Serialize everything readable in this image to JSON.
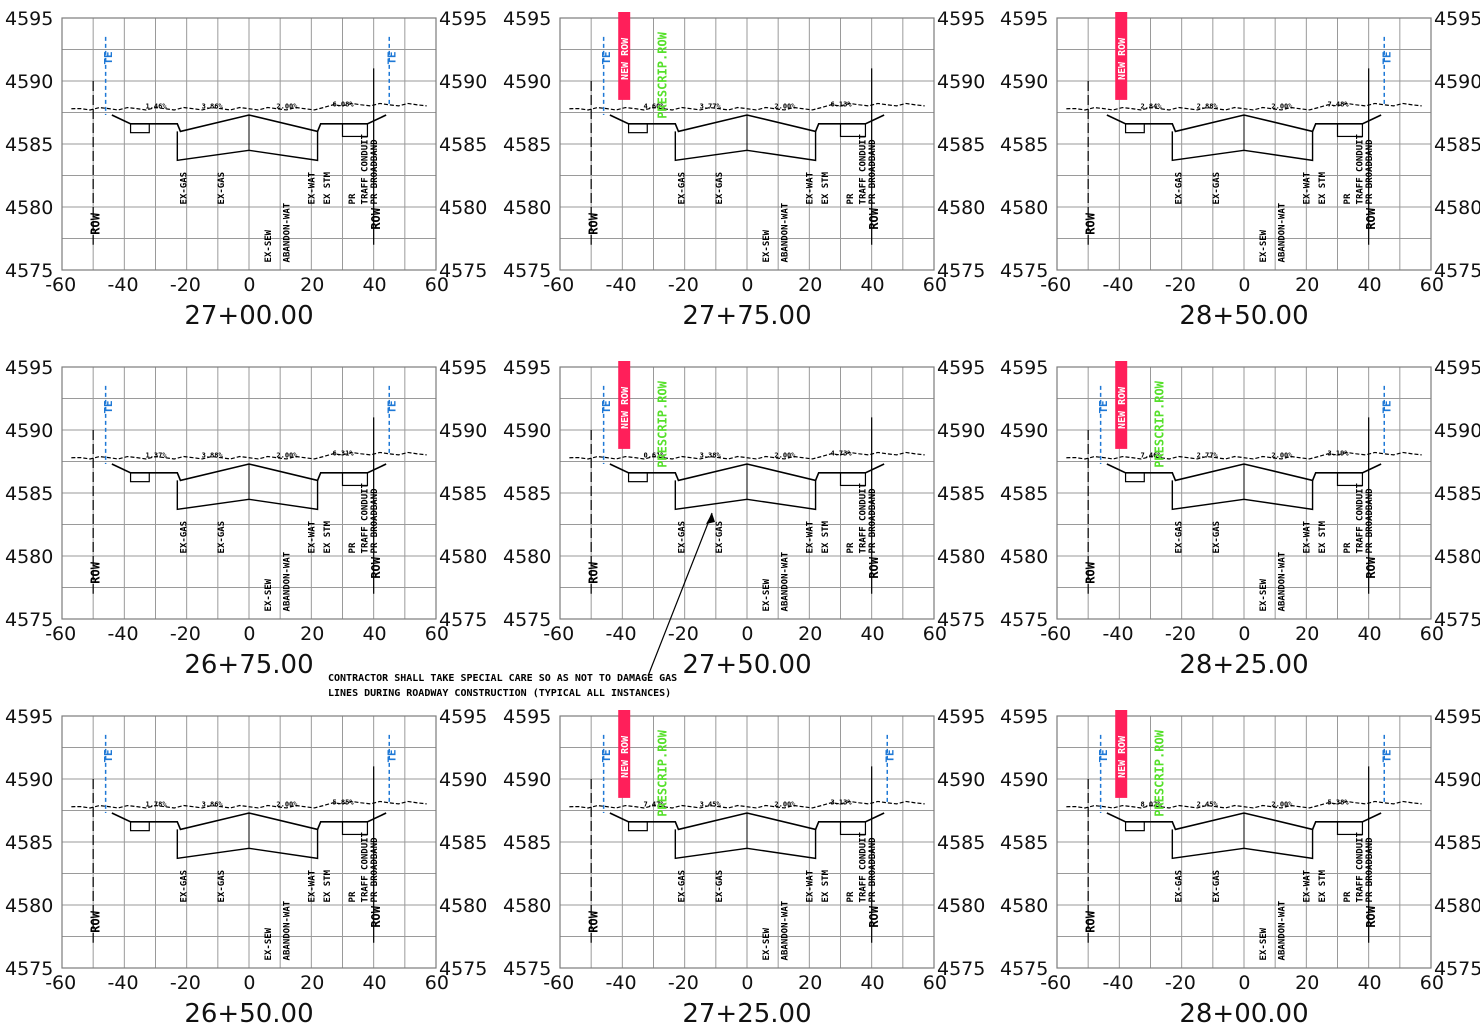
{
  "sheet": {
    "note_lines": [
      "CONTRACTOR SHALL TAKE SPECIAL CARE SO AS NOT TO DAMAGE GAS",
      "LINES DURING ROADWAY CONSTRUCTION (TYPICAL ALL INSTANCES)"
    ],
    "labels": {
      "row": "ROW",
      "new_row": "NEW ROW",
      "prescrip_row": "PRESCRIP.ROW",
      "te": "TE"
    },
    "colors": {
      "grid": "#9a9a9a",
      "new_row": "#ff1f5a",
      "prescrip_row": "#55e02a",
      "te": "#1e78d6",
      "ink": "#000000"
    }
  },
  "axes": {
    "elevations": [
      4595,
      4590,
      4585,
      4580,
      4575
    ],
    "offsets": [
      "-60",
      "-40",
      "-20",
      "0",
      "20",
      "40",
      "60"
    ],
    "offset_range": [
      -60,
      60
    ],
    "elevation_range": [
      4575,
      4595
    ]
  },
  "utilities": [
    "EX-GAS",
    "EX-GAS",
    "EX-SEW",
    "ABANDON-WAT",
    "EX-WAT",
    "EX STM",
    "PR",
    "TRAFF CONDUIT",
    "PR BROADBAND"
  ],
  "sections": [
    {
      "station": "27+00.00",
      "slopes": [
        "1.46%",
        "3.86%",
        "2.00%",
        "6.08%"
      ],
      "new_row": false,
      "prescrip": false,
      "te_left": true,
      "te_right": true
    },
    {
      "station": "27+75.00",
      "slopes": [
        "4.60%",
        "3.77%",
        "2.00%",
        "6.13%"
      ],
      "new_row": true,
      "prescrip": true,
      "te_left": true,
      "te_right": false
    },
    {
      "station": "28+50.00",
      "slopes": [
        "2.84%",
        "2.88%",
        "2.00%",
        "7.48%"
      ],
      "new_row": true,
      "prescrip": false,
      "te_left": false,
      "te_right": true
    },
    {
      "station": "26+75.00",
      "slopes": [
        "1.37%",
        "3.88%",
        "2.00%",
        "6.31%"
      ],
      "new_row": false,
      "prescrip": false,
      "te_left": true,
      "te_right": true
    },
    {
      "station": "27+50.00",
      "slopes": [
        "0.61%",
        "3.38%",
        "2.00%",
        "4.73%"
      ],
      "new_row": true,
      "prescrip": true,
      "te_left": true,
      "te_right": false
    },
    {
      "station": "28+25.00",
      "slopes": [
        "7.46%",
        "2.77%",
        "2.00%",
        "3.19%"
      ],
      "new_row": true,
      "prescrip": true,
      "te_left": true,
      "te_right": true
    },
    {
      "station": "26+50.00",
      "slopes": [
        "1.78%",
        "3.86%",
        "2.00%",
        "5.85%"
      ],
      "new_row": false,
      "prescrip": false,
      "te_left": true,
      "te_right": true
    },
    {
      "station": "27+25.00",
      "slopes": [
        "7.47%",
        "3.45%",
        "2.00%",
        "3.13%"
      ],
      "new_row": true,
      "prescrip": true,
      "te_left": true,
      "te_right": true
    },
    {
      "station": "28+00.00",
      "slopes": [
        "8.02%",
        "2.45%",
        "2.00%",
        "5.38%"
      ],
      "new_row": true,
      "prescrip": true,
      "te_left": true,
      "te_right": true
    }
  ]
}
